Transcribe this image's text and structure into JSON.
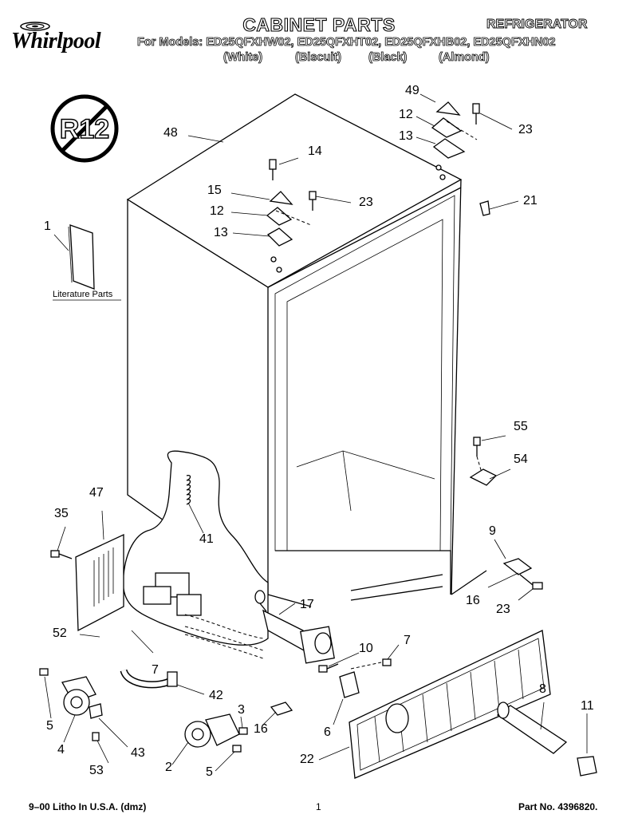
{
  "header": {
    "title": "CABINET PARTS",
    "category": "REFRIGERATOR",
    "brand": "Whirlpool",
    "models_line": "For Models: ED25QFXHW02, ED25QFXHT02, ED25QFXHB02, ED25QFXHN02",
    "colors": [
      "(White)",
      "(Biscuit)",
      "(Black)",
      "(Almond)"
    ]
  },
  "badge": {
    "text": "R12"
  },
  "literature_label": "Literature Parts",
  "callouts": [
    {
      "id": "c48",
      "text": "48"
    },
    {
      "id": "c49",
      "text": "49"
    },
    {
      "id": "c12a",
      "text": "12"
    },
    {
      "id": "c23a",
      "text": "23"
    },
    {
      "id": "c13a",
      "text": "13"
    },
    {
      "id": "c14",
      "text": "14"
    },
    {
      "id": "c15",
      "text": "15"
    },
    {
      "id": "c23b",
      "text": "23"
    },
    {
      "id": "c12b",
      "text": "12"
    },
    {
      "id": "c21",
      "text": "21"
    },
    {
      "id": "c13b",
      "text": "13"
    },
    {
      "id": "c1",
      "text": "1"
    },
    {
      "id": "c55",
      "text": "55"
    },
    {
      "id": "c54",
      "text": "54"
    },
    {
      "id": "c47",
      "text": "47"
    },
    {
      "id": "c35",
      "text": "35"
    },
    {
      "id": "c41",
      "text": "41"
    },
    {
      "id": "c9",
      "text": "9"
    },
    {
      "id": "c16a",
      "text": "16"
    },
    {
      "id": "c23c",
      "text": "23"
    },
    {
      "id": "c17",
      "text": "17"
    },
    {
      "id": "c52",
      "text": "52"
    },
    {
      "id": "c10",
      "text": "10"
    },
    {
      "id": "c7a",
      "text": "7"
    },
    {
      "id": "c7b",
      "text": "7"
    },
    {
      "id": "c42",
      "text": "42"
    },
    {
      "id": "c8",
      "text": "8"
    },
    {
      "id": "c11",
      "text": "11"
    },
    {
      "id": "c3",
      "text": "3"
    },
    {
      "id": "c5a",
      "text": "5"
    },
    {
      "id": "c16b",
      "text": "16"
    },
    {
      "id": "c6",
      "text": "6"
    },
    {
      "id": "c4",
      "text": "4"
    },
    {
      "id": "c43",
      "text": "43"
    },
    {
      "id": "c22",
      "text": "22"
    },
    {
      "id": "c2",
      "text": "2"
    },
    {
      "id": "c53",
      "text": "53"
    },
    {
      "id": "c5b",
      "text": "5"
    }
  ],
  "footer": {
    "left": "9–00 Litho In U.S.A. (dmz)",
    "page": "1",
    "part_no": "Part No. 4396820."
  }
}
